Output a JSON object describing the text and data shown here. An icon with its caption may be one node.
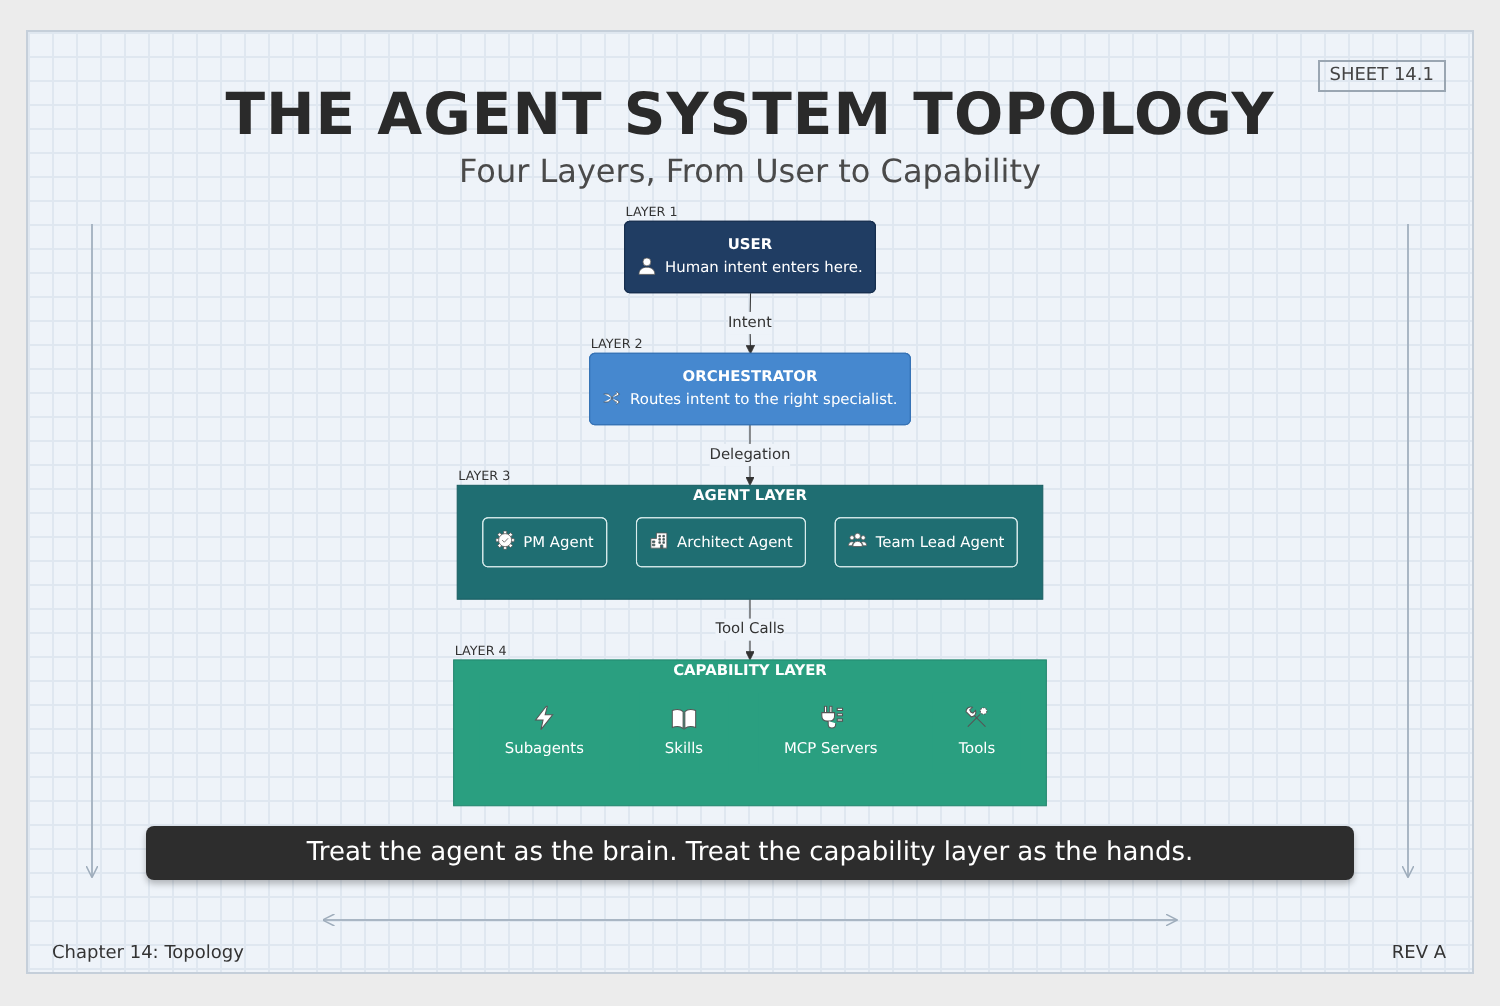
{
  "diagram": {
    "title": "THE AGENT SYSTEM TOPOLOGY",
    "caption": "Treat the agent as the brain. Treat the capability layer as the hands.",
    "nodes": [
      {
        "text": [
          "USER",
          "Human intent enters here."
        ],
        "beside": [
          "LAYER 1"
        ]
      },
      {
        "text": [
          "ORCHESTRATOR",
          "Routes intent to the right specialist."
        ],
        "beside": [
          "LAYER 2"
        ]
      },
      {
        "text": [
          "AGENT LAYER"
        ],
        "beside": [
          "LAYER 3"
        ]
      },
      {
        "text": [
          "PM Agent"
        ],
        "in": 2
      },
      {
        "text": [
          "Architect Agent"
        ],
        "in": 2
      },
      {
        "text": [
          "Team Lead Agent"
        ],
        "in": 2
      },
      {
        "text": [
          "CAPABILITY LAYER"
        ],
        "beside": [
          "LAYER 4"
        ]
      },
      {
        "text": [
          "Subagents"
        ],
        "in": 6
      },
      {
        "text": [
          "Skills"
        ],
        "in": 6
      },
      {
        "text": [
          "MCP Servers"
        ],
        "in": 6
      },
      {
        "text": [
          "Tools"
        ],
        "in": 6
      }
    ],
    "edges": [
      {
        "from": 0,
        "to": 1,
        "arrow": "to",
        "label": "Intent"
      },
      {
        "from": 1,
        "to": 2,
        "arrow": "to",
        "label": "Delegation"
      },
      {
        "from": 2,
        "to": 6,
        "arrow": "to",
        "label": "Tool Calls"
      }
    ],
    "labels": [
      "SHEET 14.1",
      "Four Layers, From User to Capability",
      "Chapter 14: Topology",
      "REV A"
    ]
  }
}
